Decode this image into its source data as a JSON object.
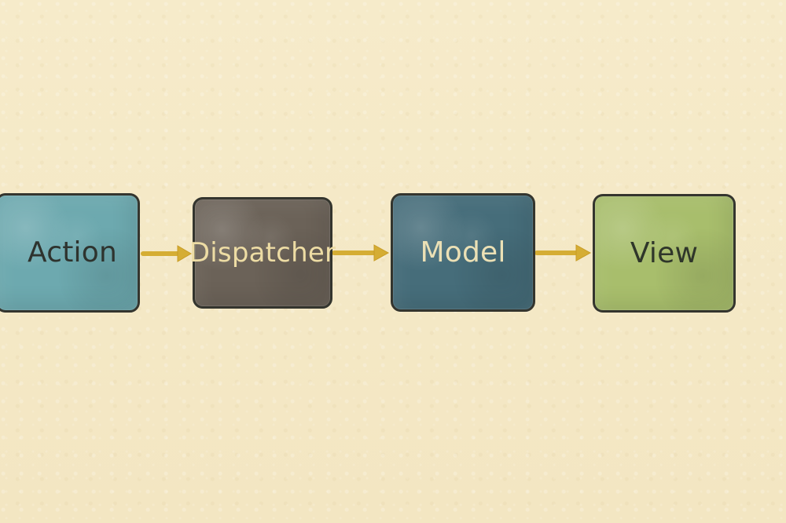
{
  "diagram": {
    "nodes": [
      {
        "label": "Action",
        "color": "#6da9af"
      },
      {
        "label": "Dispatcher",
        "color": "#6b6258"
      },
      {
        "label": "Model",
        "color": "#466d7a"
      },
      {
        "label": "View",
        "color": "#a8be6c"
      }
    ],
    "arrow_color": "#d5ad34",
    "background_color": "#f4e8c6"
  }
}
